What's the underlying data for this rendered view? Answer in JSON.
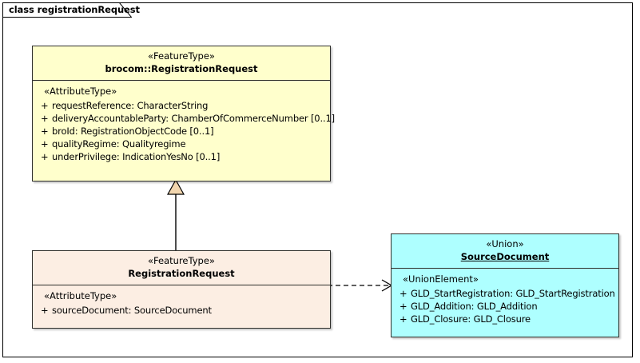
{
  "diagram": {
    "title": "class registrationRequest",
    "colors": {
      "feature_type_fill": "#FFFFCC",
      "subtype_fill": "#FCEEE3",
      "union_fill": "#AEFFFF",
      "border": "#30302C",
      "generalization_arrow_fill": "#F2D6AE",
      "line": "#000000"
    }
  },
  "classes": {
    "brocom_registration_request": {
      "stereotype": "«FeatureType»",
      "name": "brocom::RegistrationRequest",
      "compartment_stereotype": "«AttributeType»",
      "attributes": [
        {
          "visibility": "+",
          "text": "requestReference: CharacterString"
        },
        {
          "visibility": "+",
          "text": "deliveryAccountableParty: ChamberOfCommerceNumber [0..1]"
        },
        {
          "visibility": "+",
          "text": "broId: RegistrationObjectCode [0..1]"
        },
        {
          "visibility": "+",
          "text": "qualityRegime: Qualityregime"
        },
        {
          "visibility": "+",
          "text": "underPrivilege: IndicationYesNo [0..1]"
        }
      ]
    },
    "registration_request": {
      "stereotype": "«FeatureType»",
      "name": "RegistrationRequest",
      "compartment_stereotype": "«AttributeType»",
      "attributes": [
        {
          "visibility": "+",
          "text": "sourceDocument: SourceDocument"
        }
      ]
    },
    "source_document": {
      "stereotype": "«Union»",
      "name": "SourceDocument",
      "compartment_stereotype": "«UnionElement»",
      "attributes": [
        {
          "visibility": "+",
          "text": "GLD_StartRegistration: GLD_StartRegistration"
        },
        {
          "visibility": "+",
          "text": "GLD_Addition: GLD_Addition"
        },
        {
          "visibility": "+",
          "text": "GLD_Closure: GLD_Closure"
        }
      ]
    }
  },
  "connectors": {
    "generalization": {
      "type": "generalization",
      "source": "RegistrationRequest",
      "target": "brocom::RegistrationRequest"
    },
    "dependency": {
      "type": "dependency",
      "source": "RegistrationRequest",
      "target": "SourceDocument"
    }
  }
}
